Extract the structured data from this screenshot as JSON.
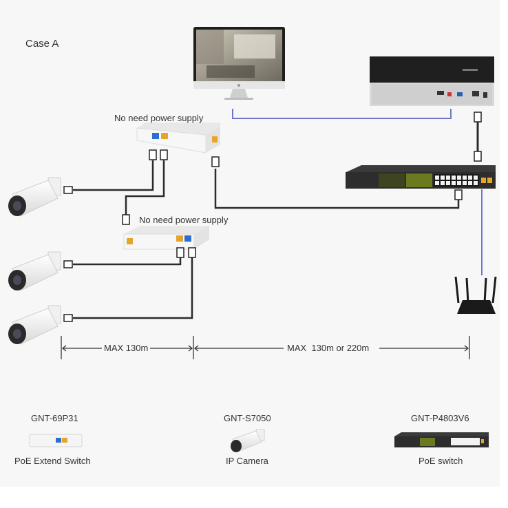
{
  "case_label": "Case A",
  "annotations": {
    "no_power_top": "No need power supply",
    "no_power_mid": "No need power supply",
    "max_left": "MAX 130m",
    "max_right": "MAX  130m or 220m"
  },
  "legend": [
    {
      "model": "GNT-69P31",
      "desc": "PoE Extend Switch",
      "icon": "poe-extend-switch-icon"
    },
    {
      "model": "GNT-S7050",
      "desc": "IP Camera",
      "icon": "ip-camera-icon"
    },
    {
      "model": "GNT-P4803V6",
      "desc": "PoE switch",
      "icon": "poe-switch-icon"
    }
  ],
  "colors": {
    "cable": "#2b2b2b",
    "uplink": "#6f78c8",
    "switch_body": "#2d2d2d",
    "switch_accent": "#6b7a1e",
    "extender_body": "#f2f2f2",
    "port_blue": "#2d6fd0",
    "port_yellow": "#e4a52a"
  }
}
